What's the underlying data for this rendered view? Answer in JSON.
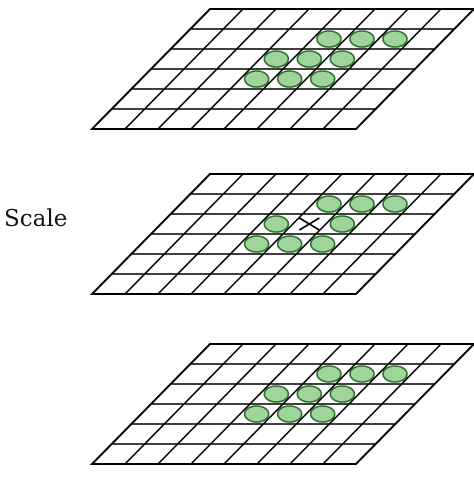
{
  "axis_label": "Scale",
  "colors": {
    "grid_line": "#000000",
    "sample_fill": "#9fd49a",
    "sample_stroke": "#2f6e2f",
    "background": "#ffffff",
    "label": "#111111"
  },
  "grid": {
    "columns": 8,
    "rows": 6
  },
  "layers": [
    {
      "id": "upper",
      "center_marker": false,
      "samples": [
        [
          4,
          1
        ],
        [
          5,
          1
        ],
        [
          6,
          1
        ],
        [
          3,
          2
        ],
        [
          4,
          2
        ],
        [
          5,
          2
        ],
        [
          3,
          3
        ],
        [
          4,
          3
        ],
        [
          5,
          3
        ]
      ]
    },
    {
      "id": "middle",
      "center_marker": true,
      "center_cell": [
        4,
        2
      ],
      "samples": [
        [
          4,
          1
        ],
        [
          5,
          1
        ],
        [
          6,
          1
        ],
        [
          3,
          2
        ],
        [
          5,
          2
        ],
        [
          3,
          3
        ],
        [
          4,
          3
        ],
        [
          5,
          3
        ]
      ]
    },
    {
      "id": "lower",
      "center_marker": false,
      "samples": [
        [
          4,
          1
        ],
        [
          5,
          1
        ],
        [
          6,
          1
        ],
        [
          3,
          2
        ],
        [
          4,
          2
        ],
        [
          5,
          2
        ],
        [
          3,
          3
        ],
        [
          4,
          3
        ],
        [
          5,
          3
        ]
      ]
    }
  ]
}
